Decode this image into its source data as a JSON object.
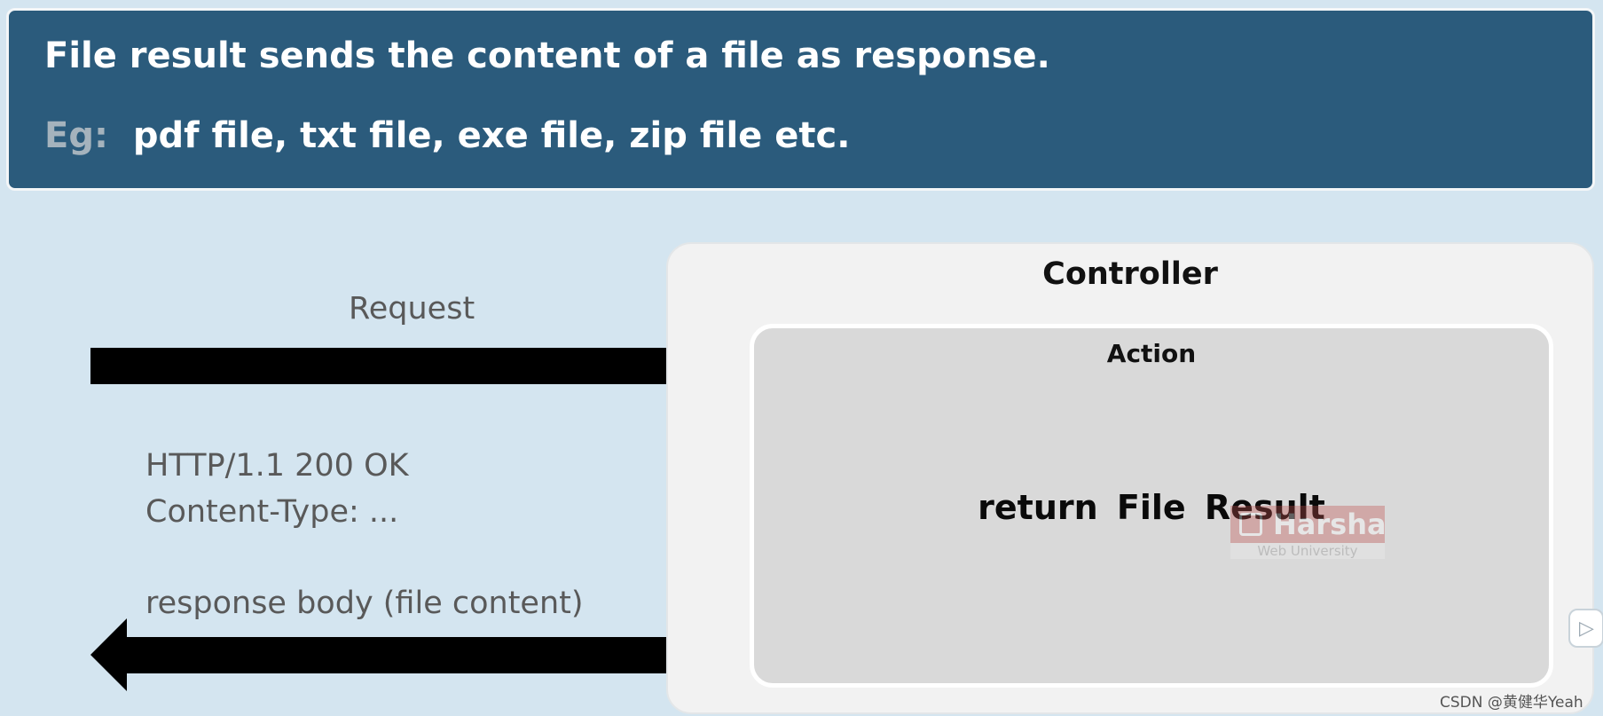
{
  "banner": {
    "title": "File result sends the content of a file as response.",
    "example_label": "Eg:",
    "example_text": "pdf file, txt file, exe file, zip file etc."
  },
  "controller": {
    "title": "Controller",
    "action": {
      "title": "Action",
      "code": "return  File Result"
    }
  },
  "request": {
    "label": "Request"
  },
  "response": {
    "status_line": "HTTP/1.1  200  OK",
    "header_line": "Content-Type: ...",
    "body_label": "response body (file content)"
  },
  "watermark": {
    "logo_text": "Harsha",
    "sub_text": "Web University"
  },
  "credit": "CSDN @黄健华Yeah",
  "icons": {
    "side_button": "play-icon"
  },
  "colors": {
    "banner_bg": "#2b5b7c",
    "page_bg": "#d4e5f0",
    "arrow": "#000000"
  }
}
